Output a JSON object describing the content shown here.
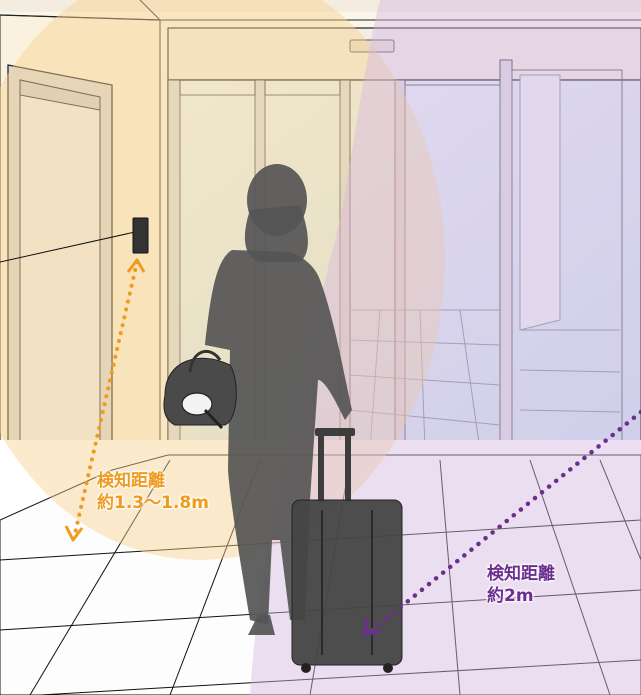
{
  "zones": {
    "card_reader": {
      "label_line1": "検知距離",
      "label_line2": "約1.3〜1.8m",
      "color": "#f09a1e",
      "fill_color": "#fbe3b4"
    },
    "entrance": {
      "label_line1": "検知距離",
      "label_line2": "約2m",
      "color": "#6b2f8f",
      "fill_color": "#e3cfe8"
    }
  },
  "scene": {
    "wall_color": "#fbf3e3",
    "floor_line_color": "#111111",
    "silhouette_color": "#4a4a4a",
    "glass_color": "#dceef7"
  }
}
